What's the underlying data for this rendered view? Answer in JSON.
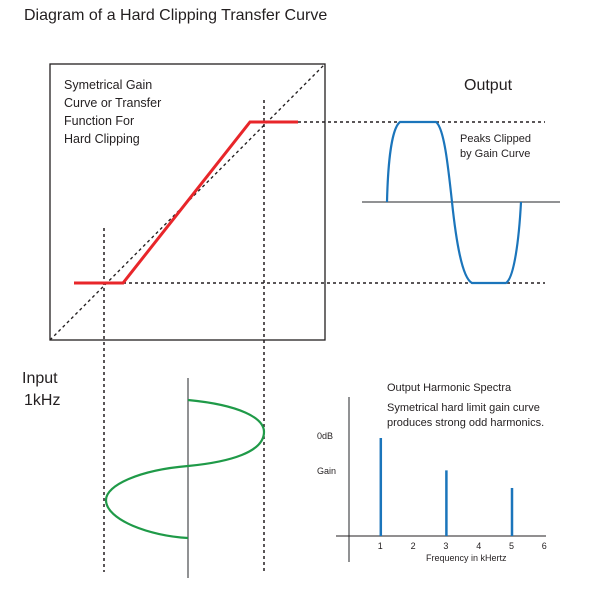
{
  "title": "Diagram of a Hard Clipping Transfer Curve",
  "transfer_box": {
    "caption_lines": [
      "Symetrical Gain",
      "Curve or Transfer",
      "Function For",
      "Hard Clipping"
    ]
  },
  "output": {
    "label": "Output",
    "note_lines": [
      "Peaks Clipped",
      "by Gain Curve"
    ]
  },
  "input": {
    "label_lines": [
      "Input",
      "1kHz"
    ]
  },
  "spectrum": {
    "title": "Output Harmonic Spectra",
    "note_lines": [
      "Symetrical hard limit  gain curve",
      "produces strong odd harmonics."
    ],
    "y_labels": [
      "0dB",
      "Gain"
    ],
    "x_ticks": [
      "1",
      "2",
      "3",
      "4",
      "5",
      "6"
    ],
    "xlabel": "Frequency in kHertz",
    "harmonics": [
      {
        "freq": 1,
        "rel_gain": 1.0
      },
      {
        "freq": 3,
        "rel_gain": 0.67
      },
      {
        "freq": 5,
        "rel_gain": 0.49
      }
    ]
  },
  "colors": {
    "transfer": "#e8262a",
    "output": "#1b75bb",
    "input": "#1f9a48",
    "axis": "#6d6e71"
  }
}
